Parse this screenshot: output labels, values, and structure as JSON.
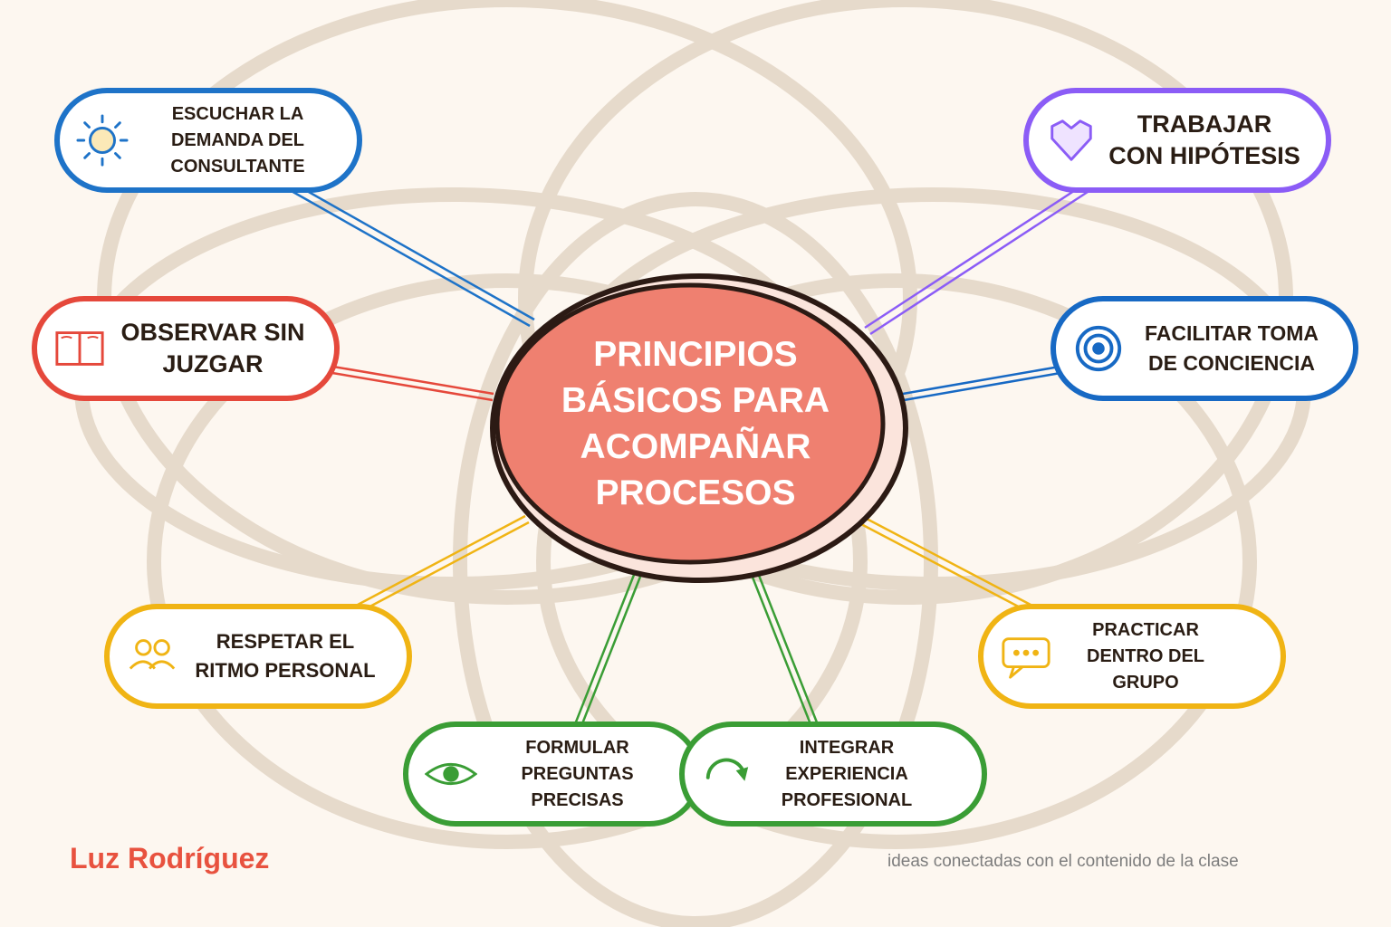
{
  "center": {
    "title": "PRINCIPIOS\nBÁSICOS PARA\nACOMPAÑAR\nPROCESOS"
  },
  "nodes": [
    {
      "id": "escuchar",
      "label": "ESCUCHAR LA\nDEMANDA DEL\nCONSULTANTE",
      "icon": "sun-icon",
      "color": "#1e73c8"
    },
    {
      "id": "trabajar",
      "label": "TRABAJAR\nCON HIPÓTESIS",
      "icon": "heart-icon",
      "color": "#8b5cf6"
    },
    {
      "id": "observar",
      "label": "OBSERVAR SIN\nJUZGAR",
      "icon": "book-icon",
      "color": "#e5483b"
    },
    {
      "id": "facilitar",
      "label": "FACILITAR TOMA\nDE CONCIENCIA",
      "icon": "target-icon",
      "color": "#1769c4"
    },
    {
      "id": "respetar",
      "label": "RESPETAR EL\nRITMO PERSONAL",
      "icon": "people-icon",
      "color": "#f0b414"
    },
    {
      "id": "practicar",
      "label": "PRACTICAR\nDENTRO DEL\nGRUPO",
      "icon": "chat-bubble-icon",
      "color": "#f0b414"
    },
    {
      "id": "formular",
      "label": "FORMULAR\nPREGUNTAS\nPRECISAS",
      "icon": "eye-icon",
      "color": "#3a9d35"
    },
    {
      "id": "integrar",
      "label": "INTEGRAR\nEXPERIENCIA\nPROFESIONAL",
      "icon": "refresh-arrow-icon",
      "color": "#3a9d35"
    }
  ],
  "author": "Luz Rodríguez",
  "footer_note": "ideas conectadas con el contenido de la clase"
}
